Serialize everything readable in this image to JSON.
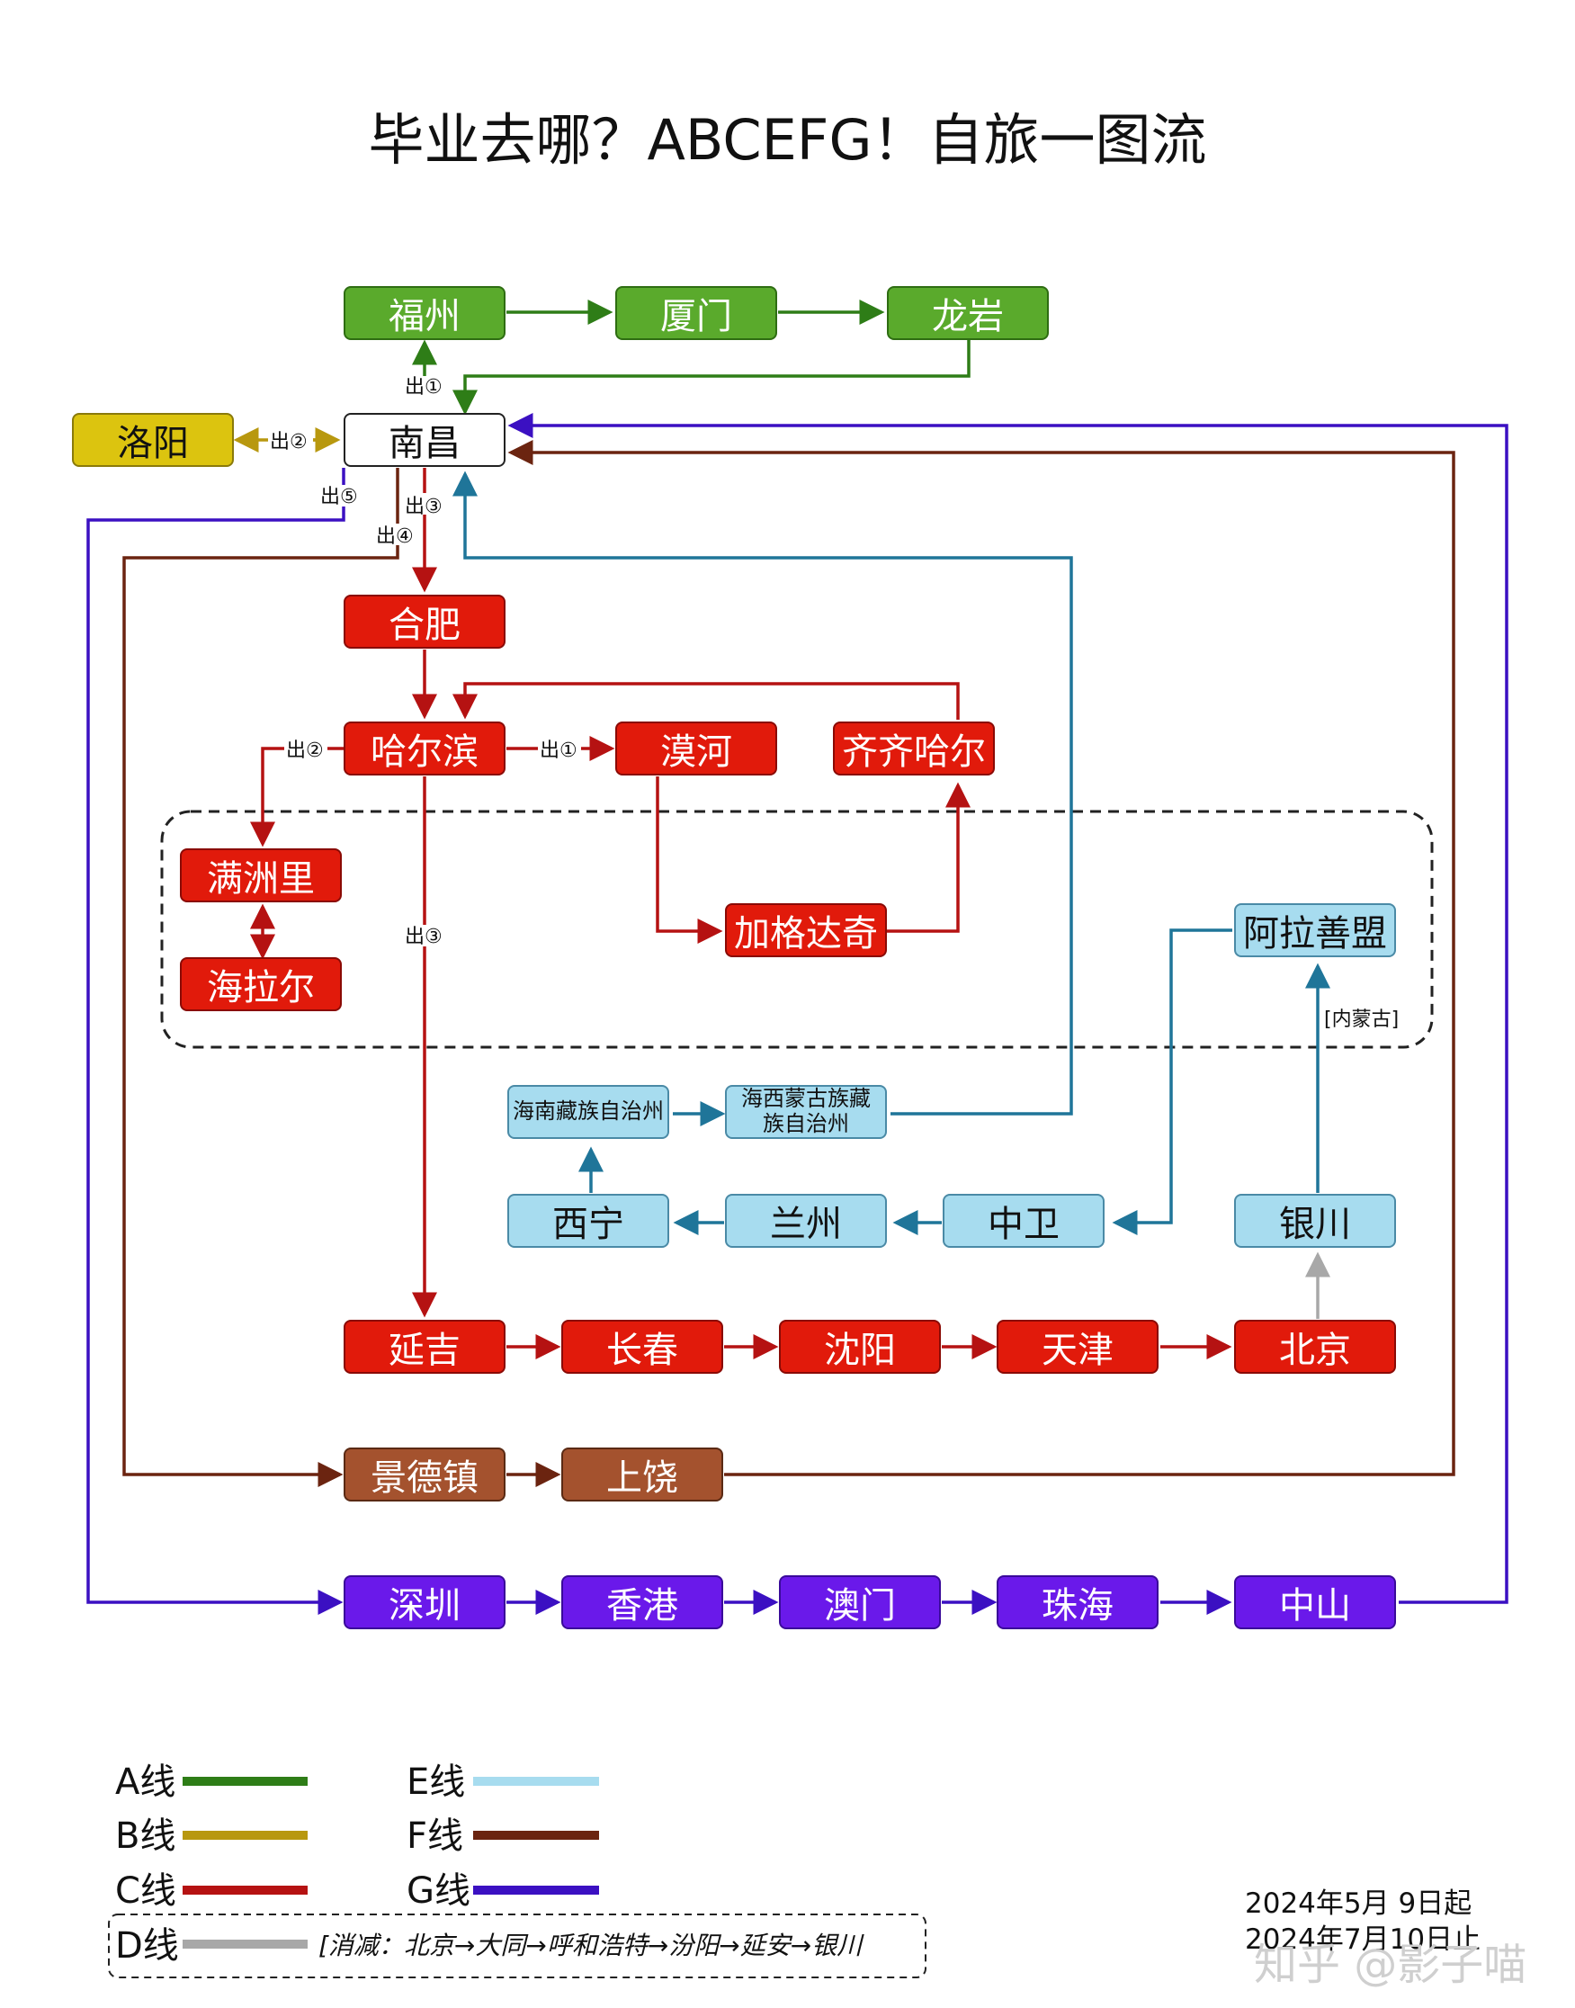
{
  "title": "毕业去哪？ABCEFG！自旅一图流",
  "colors": {
    "A": "#2e7d17",
    "B": "#b8980f",
    "C": "#b51212",
    "D": "#a8a8a8",
    "E": "#a7dcef",
    "F": "#6b2410",
    "G": "#3b10c2",
    "E_line": "#1f7599"
  },
  "nodes": {
    "fuzhou": "福州",
    "xiamen": "厦门",
    "longyan": "龙岩",
    "luoyang": "洛阳",
    "nanchang": "南昌",
    "hefei": "合肥",
    "haerbin": "哈尔滨",
    "mohe": "漠河",
    "qiqihaer": "齐齐哈尔",
    "manzhouli": "满洲里",
    "hailaer": "海拉尔",
    "jiagedaqi": "加格达奇",
    "alashan": "阿拉善盟",
    "hainan": "海南藏族自治州",
    "haixi": "海西蒙古族藏族自治州",
    "xining": "西宁",
    "lanzhou": "兰州",
    "zhongwei": "中卫",
    "yinchuan": "银川",
    "yanji": "延吉",
    "changchun": "长春",
    "shenyang": "沈阳",
    "tianjin": "天津",
    "beijing": "北京",
    "jingdezhen": "景德镇",
    "shangrao": "上饶",
    "shenzhen": "深圳",
    "xianggang": "香港",
    "aomen": "澳门",
    "zhuhai": "珠海",
    "zhongshan": "中山"
  },
  "labels": {
    "exit1": "出①",
    "exit2": "出②",
    "exit3": "出③",
    "exit4": "出④",
    "exit5": "出⑤",
    "region": "[内蒙古]"
  },
  "legend": {
    "A": "A线",
    "B": "B线",
    "C": "C线",
    "D": "D线",
    "E": "E线",
    "F": "F线",
    "G": "G线",
    "note": "[消减：北京→大同→呼和浩特→汾阳→延安→银川"
  },
  "dates": {
    "start": "2024年5月  9日起",
    "end": "2024年7月10日止"
  },
  "watermark": "知乎 @影子喵"
}
